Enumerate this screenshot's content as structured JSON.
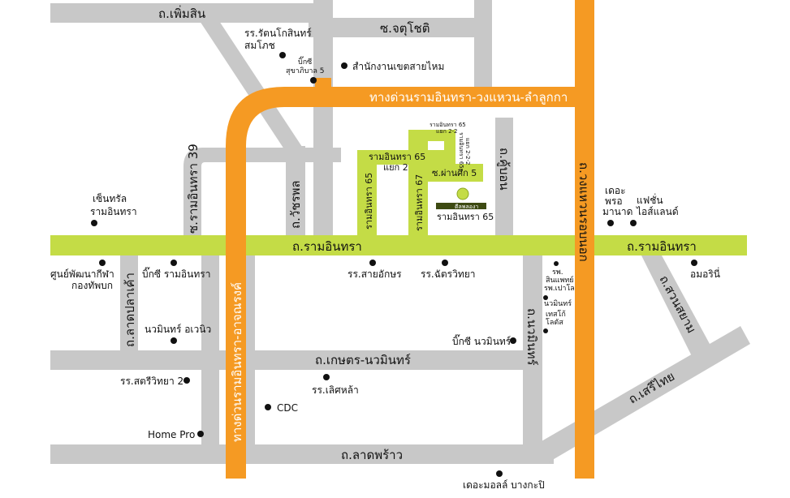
{
  "colors": {
    "background": "#ffffff",
    "minor_road": "#c8c8c8",
    "main_road": "#c4dc46",
    "expressway": "#f59a23",
    "dot": "#111111",
    "logo_dark": "#3d4a12",
    "text": "#111111"
  },
  "roads": {
    "phoemsin": "ถ.เพิ่มสิน",
    "chatuchot": "ซ.จตุโชติ",
    "expressway_top": "ทางด่วนรามอินทรา-วงแหวน-ลำลูกกา",
    "expressway_vertical": "ทางด่วนรามอินทรา-อาจณรงค์",
    "outer_ring": "ถ.วงแหวนรอบนอก",
    "ramintra_left": "ถ.รามอินทรา",
    "ramintra_right": "ถ.รามอินทรา",
    "ram39": "ซ.รามอินทรา 39",
    "watcharaphon": "ถ.วัชรพล",
    "khubon": "ถ.คู้บอน",
    "latplakhao": "ถ.ลาดปลาเค้า",
    "kaset_nawamin": "ถ.เกษตร-นวมินทร์",
    "nawamin": "ถ.นวมินทร์",
    "latphrao": "ถ.ลาดพร้าว",
    "seri_thai": "ถ.เสรีไทย",
    "suan_siam": "ถ.สวนสยาม",
    "ram65": "รามอินทรา 65",
    "ram67": "รามอินทรา 67",
    "ram65_2_line1": "รามอินทรา 65",
    "ram65_2_line2": "แยก 2",
    "phanasuk5": "ซ.ผ่านศึก 5",
    "ram65_22_line1": "รามอินทรา 65",
    "ram65_22_line2": "แยก 2-2",
    "ram65_222_line1": "รามอินทรา 65",
    "ram65_222_line2": "แยก 2-2-2",
    "project_label": "รามอินทรา 65"
  },
  "project_logo": "ตีลพลองา",
  "landmarks": {
    "rattanakosin_line1": "รร.รัตนโกสินทร์",
    "rattanakosin_line2": "สมโภช",
    "bigc_sukhaphiban_line1": "บิ๊กซี",
    "bigc_sukhaphiban_line2": "สุขาภิบาล 5",
    "district_office": "สำนักงานเขตสายไหม",
    "central_line1": "เซ็นทรัล",
    "central_line2": "รามอินทรา",
    "museum_line1": "ศูนย์พัฒนากีฬา",
    "museum_line2": "กองทัพบก",
    "bigc_ramintra": "บิ๊กซี รามอินทรา",
    "nawamin_avenue": "นวมินทร์ อเวนิว",
    "saiaksorn": "รร.สายอักษร",
    "chattawittaya": "รร.ฉัตรวิทยา",
    "bigc_nawamin": "บิ๊กซี นวมินทร์",
    "hospital_line1": "รพ.",
    "hospital_line2": "สินแพทย์",
    "hospital2_line1": "รพ.เปาโล",
    "hospital2_line2": "นวมินทร์",
    "lotus_line1": "เทสโก้",
    "lotus_line2": "โลตัส",
    "promenade_line1": "เดอะ",
    "promenade_line2": "พรอ",
    "promenade_line3": "มานาด",
    "fashion_line1": "แฟชั่น",
    "fashion_line2": "ไอส์แลนด์",
    "amorini": "อมอรินี่",
    "satri2": "รร.สตรีวิทยา 2",
    "lertla": "รร.เลิศหล้า",
    "cdc": "CDC",
    "homepro": "Home Pro",
    "mall_bangkapi": "เดอะมอลล์ บางกะปิ"
  }
}
